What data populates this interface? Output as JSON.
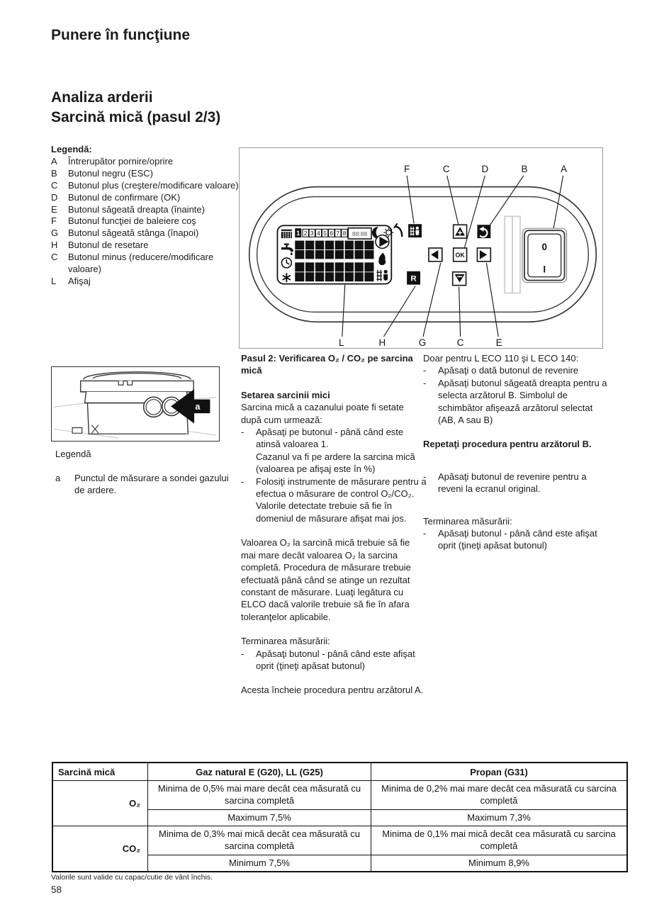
{
  "page": {
    "kicker": "Punere în funcţiune",
    "title_line1": "Analiza arderii",
    "title_line2": "Sarcină mică (pasul 2/3)",
    "footnote": "Valorile sunt valide cu capac/cutie de vânt închis.",
    "page_number": "58"
  },
  "legend": {
    "heading": "Legendă:",
    "items": [
      {
        "letter": "A",
        "text": "Întrerupător pornire/oprire"
      },
      {
        "letter": "B",
        "text": "Butonul negru (ESC)"
      },
      {
        "letter": "C",
        "text": "Butonul plus (creştere/modificare valoare)"
      },
      {
        "letter": "D",
        "text": "Butonul de confirmare (OK)"
      },
      {
        "letter": "E",
        "text": "Butonul săgeată dreapta (înainte)"
      },
      {
        "letter": "F",
        "text": "Butonul funcţiei de baleiere coş"
      },
      {
        "letter": "G",
        "text": "Butonul săgeată stânga (înapoi)"
      },
      {
        "letter": "H",
        "text": "Butonul de resetare"
      },
      {
        "letter": "C",
        "text": "Butonul minus (reducere/modificare valoare)"
      },
      {
        "letter": "L",
        "text": "Afişaj"
      }
    ]
  },
  "panel_diagram": {
    "labels_top": [
      "F",
      "C",
      "D",
      "B",
      "A"
    ],
    "labels_bottom": [
      "L",
      "H",
      "G",
      "C",
      "E"
    ],
    "lcd_digits": [
      "1",
      "2",
      "3",
      "4",
      "5",
      "6",
      "7",
      "8"
    ],
    "lcd_display": "88:88",
    "ok_button": "OK",
    "reset_button": "R",
    "switch_off": "0",
    "switch_on": "I",
    "icon_names": [
      "chimney-sweep-icon",
      "plus-triangle-icon",
      "return-icon",
      "left-arrow-icon",
      "right-arrow-icon",
      "minus-triangle-icon",
      "radiator-icon",
      "tap-icon",
      "clock-icon",
      "snowflake-icon",
      "moon-icon",
      "sun-icon",
      "flue-icon",
      "pump-icon",
      "flame-icon"
    ]
  },
  "figure": {
    "caption": "Legendă",
    "marker": "a",
    "item_letter": "a",
    "item_text": "Punctul de măsurare a sondei gazului de ardere."
  },
  "step": {
    "heading": "Pasul 2: Verificarea O₂ / CO₂ pe sarcina mică",
    "subheading": "Setarea sarcinii mici",
    "intro": "Sarcina mică a cazanului poate fi setate după cum urmează:",
    "bullet1_line1": "Apăsaţi pe butonul - până când este atinsă valoarea 1.",
    "bullet1_line2": "Cazanul va fi pe ardere la sarcina mică (valoarea pe afişaj este în %)",
    "bullet2": "Folosiţi instrumente de măsurare pentru a efectua o măsurare de control O₂/CO₂. Valorile detectate trebuie să fie în domeniul de măsurare afişat mai jos.",
    "para2": "Valoarea O₂ la sarcină mică trebuie să fie mai mare decât valoarea O₂ la sarcina completă. Procedura de măsurare trebuie efectuată până când se atinge un rezultat constant de măsurare. Luaţi legătura cu ELCO dacă valorile trebuie să fie în afara toleranţelor aplicabile.",
    "term_label": "Terminarea măsurării:",
    "term_bullet": "Apăsaţi butonul - până când este afişat oprit (ţineţi apăsat butonul)",
    "closing": "Acesta încheie procedura pentru arzătorul A."
  },
  "right_col": {
    "intro": "Doar pentru L ECO 110 şi L ECO 140:",
    "bullet1": "Apăsaţi o dată butonul de revenire",
    "bullet2": "Apăsaţi butonul săgeată dreapta pentru a selecta arzătorul B. Simbolul de schimbător afişează arzătorul selectat (AB, A sau B)",
    "bold_para": "Repetaţi procedura pentru arzătorul B.",
    "bullet3": "Apăsaţi butonul de revenire pentru a reveni la ecranul original.",
    "term_label": "Terminarea măsurării:",
    "bullet4": "Apăsaţi butonul - până când este afişat oprit (ţineţi apăsat butonul)"
  },
  "table": {
    "col1_header": "Sarcină mică",
    "col2_header": "Gaz natural E (G20), LL (G25)",
    "col3_header": "Propan (G31)",
    "rows": [
      {
        "label": "O₂",
        "gas_min": "Minima de 0,5% mai mare decât cea măsurată cu sarcina completă",
        "gas_limit": "Maximum 7,5%",
        "propane_min": "Minima de 0,2% mai mare decât cea măsurată cu sarcina completă",
        "propane_limit": "Maximum 7,3%"
      },
      {
        "label": "CO₂",
        "gas_min": "Minima de 0,3% mai mică decât cea măsurată cu sarcina completă",
        "gas_limit": "Minimum 7,5%",
        "propane_min": "Minima de 0,1% mai mică decât cea măsurată cu sarcina completă",
        "propane_limit": "Minimum 8,9%"
      }
    ]
  }
}
